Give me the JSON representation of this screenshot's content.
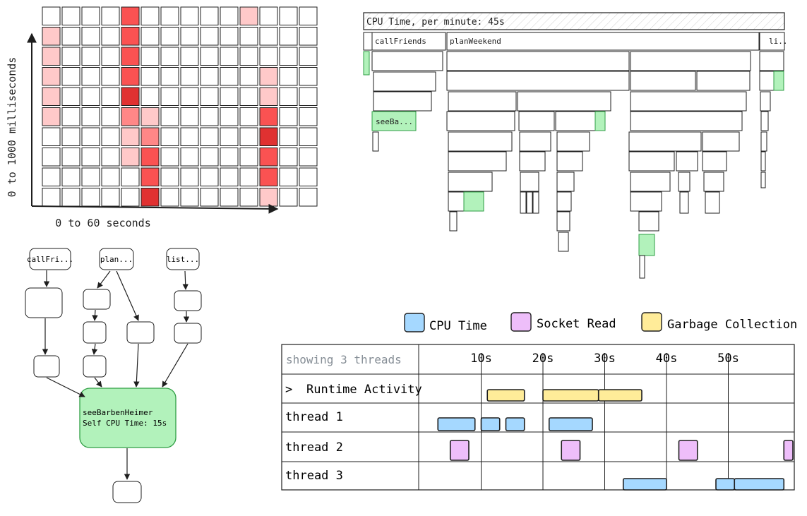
{
  "heatmap": {
    "rows": 9,
    "cols": 14,
    "ylabel": "0 to 1000 milliseconds",
    "xlabel": "0 to 60 seconds",
    "cells": [
      {
        "r": 0,
        "c": 4,
        "level": 3
      },
      {
        "r": 0,
        "c": 10,
        "level": 1
      },
      {
        "r": 1,
        "c": 0,
        "level": 1
      },
      {
        "r": 1,
        "c": 4,
        "level": 3
      },
      {
        "r": 2,
        "c": 0,
        "level": 1
      },
      {
        "r": 2,
        "c": 4,
        "level": 3
      },
      {
        "r": 3,
        "c": 0,
        "level": 1
      },
      {
        "r": 3,
        "c": 4,
        "level": 3
      },
      {
        "r": 3,
        "c": 11,
        "level": 1
      },
      {
        "r": 4,
        "c": 0,
        "level": 1
      },
      {
        "r": 4,
        "c": 4,
        "level": 4
      },
      {
        "r": 4,
        "c": 11,
        "level": 1
      },
      {
        "r": 5,
        "c": 0,
        "level": 1
      },
      {
        "r": 5,
        "c": 4,
        "level": 2
      },
      {
        "r": 5,
        "c": 5,
        "level": 1
      },
      {
        "r": 5,
        "c": 11,
        "level": 3
      },
      {
        "r": 6,
        "c": 4,
        "level": 1
      },
      {
        "r": 6,
        "c": 5,
        "level": 2
      },
      {
        "r": 6,
        "c": 11,
        "level": 4
      },
      {
        "r": 7,
        "c": 4,
        "level": 1
      },
      {
        "r": 7,
        "c": 5,
        "level": 3
      },
      {
        "r": 7,
        "c": 11,
        "level": 3
      },
      {
        "r": 8,
        "c": 5,
        "level": 3
      },
      {
        "r": 8,
        "c": 11,
        "level": 3
      },
      {
        "r": 9,
        "c": 5,
        "level": 4
      },
      {
        "r": 9,
        "c": 11,
        "level": 1
      }
    ]
  },
  "flamegraph": {
    "title": "CPU Time, per minute: 45s",
    "frames": [
      {
        "label": "callFriends"
      },
      {
        "label": "planWeekend"
      },
      {
        "label": "li.."
      },
      {
        "label": "seeBa..."
      }
    ]
  },
  "callgraph": {
    "roots": [
      "callFri...",
      "plan...",
      "list..."
    ],
    "focus": {
      "line1": "seeBarbenHeimer",
      "line2": "Self CPU Time: 15s"
    }
  },
  "timeline": {
    "legend": [
      {
        "label": "CPU Time",
        "color": "#a5d8ff"
      },
      {
        "label": "Socket Read",
        "color": "#eebefa"
      },
      {
        "label": "Garbage Collection",
        "color": "#ffec99"
      }
    ],
    "header_label": "showing 3 threads",
    "ticks": [
      "10s",
      "20s",
      "30s",
      "40s",
      "50s"
    ],
    "tick_values": [
      10,
      20,
      30,
      40,
      50
    ],
    "rows": [
      {
        "label": "Runtime Activity",
        "chevron": ">",
        "segments": [
          {
            "type": "gc",
            "start": 11,
            "end": 17
          },
          {
            "type": "gc",
            "start": 20,
            "end": 29
          },
          {
            "type": "gc",
            "start": 29,
            "end": 36
          }
        ]
      },
      {
        "label": "thread 1",
        "segments": [
          {
            "type": "cpu",
            "start": 3,
            "end": 9
          },
          {
            "type": "cpu",
            "start": 10,
            "end": 13
          },
          {
            "type": "cpu",
            "start": 14,
            "end": 17
          },
          {
            "type": "cpu",
            "start": 21,
            "end": 28
          }
        ]
      },
      {
        "label": "thread 2",
        "segments": [
          {
            "type": "sock",
            "start": 5,
            "end": 8
          },
          {
            "type": "sock",
            "start": 23,
            "end": 26
          },
          {
            "type": "sock",
            "start": 42,
            "end": 45
          },
          {
            "type": "sock",
            "start": 59,
            "end": 61
          }
        ]
      },
      {
        "label": "thread 3",
        "segments": [
          {
            "type": "cpu",
            "start": 33,
            "end": 40
          },
          {
            "type": "cpu",
            "start": 48,
            "end": 51
          },
          {
            "type": "cpu",
            "start": 51,
            "end": 59
          }
        ]
      }
    ]
  }
}
